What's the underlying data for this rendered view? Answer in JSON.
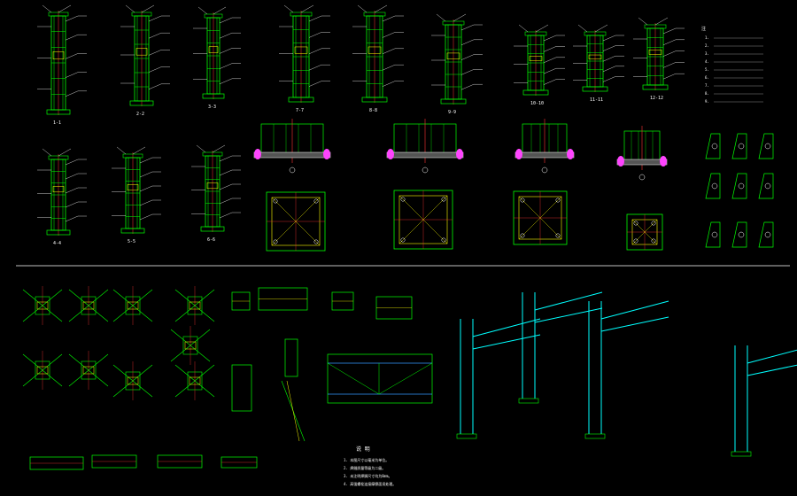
{
  "sheet": {
    "background": "#000000",
    "colors": {
      "frame": "#00ff00",
      "dim": "#ffffff",
      "center": "#ff3333",
      "plate": "#ffff00",
      "bolt": "#ff44ff",
      "member": "#00ffff",
      "beam": "#3399ff",
      "divider": "#ffffff"
    }
  },
  "sections_row1": [
    {
      "label": "1-1"
    },
    {
      "label": "2-2"
    },
    {
      "label": "3-3"
    },
    {
      "label": "7-7"
    },
    {
      "label": "8-8"
    },
    {
      "label": "9-9"
    },
    {
      "label": "10-10"
    },
    {
      "label": "11-11"
    },
    {
      "label": "12-12"
    }
  ],
  "sections_row2": [
    {
      "label": "4-4"
    },
    {
      "label": "5-5"
    },
    {
      "label": "6-6"
    }
  ],
  "notes_top": {
    "heading": "注",
    "items": [
      "1.",
      "2.",
      "3.",
      "4.",
      "5.",
      "6.",
      "7.",
      "8.",
      "9."
    ]
  },
  "notes_bottom": {
    "heading": "说 明",
    "items": [
      "1. 本图尺寸以毫米为单位。",
      "2. 焊缝质量等级为二级。",
      "3. 未注明焊脚尺寸均为8mm。",
      "4. 高强螺栓连接摩擦面须处理。"
    ]
  }
}
